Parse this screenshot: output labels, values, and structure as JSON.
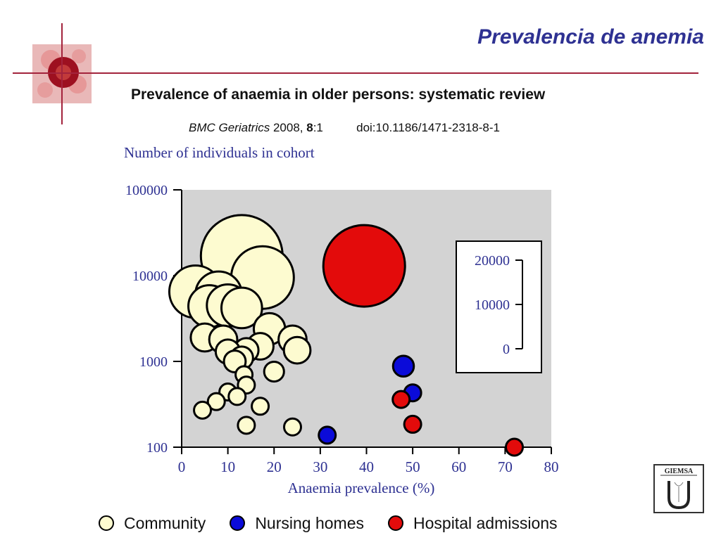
{
  "slide": {
    "title": "Prevalencia de anemia",
    "paper_title": "Prevalence of anaemia in older persons: systematic review",
    "citation": {
      "journal": "BMC Geriatrics",
      "year": " 2008, ",
      "volume": "8",
      "issue": ":1",
      "doi": "doi:10.1186/1471-2318-8-1"
    },
    "logo_text": "GIEMSA",
    "logo_letter": "U"
  },
  "colors": {
    "title": "#2e3192",
    "rule": "#a3233c",
    "plot_bg": "#d3d3d3",
    "axis_text": "#2e3192",
    "community": "#fdfbd0",
    "nursing": "#0b0bd9",
    "hospital": "#e30b0b"
  },
  "legend": [
    {
      "label": "Community",
      "series": "community"
    },
    {
      "label": "Nursing homes",
      "series": "nursing"
    },
    {
      "label": "Hospital admissions",
      "series": "hospital"
    }
  ],
  "chart_data": {
    "type": "scatter",
    "variant": "bubble",
    "ylabel": "Number of individuals in cohort",
    "xlabel": "Anaemia prevalence (%)",
    "xlim": [
      0,
      80
    ],
    "ylim": [
      100,
      100000
    ],
    "yscale": "log",
    "xticks": [
      0,
      10,
      20,
      30,
      40,
      50,
      60,
      70,
      80
    ],
    "yticks": [
      100,
      1000,
      10000,
      100000
    ],
    "grid": false,
    "size_legend": {
      "ticks": [
        20000,
        10000,
        0
      ],
      "placement": "right"
    },
    "series": [
      {
        "name": "Community",
        "color": "#fdfbd0",
        "points": [
          {
            "x": 13,
            "y": 17000,
            "n": 17000
          },
          {
            "x": 17.5,
            "y": 9500,
            "n": 10000
          },
          {
            "x": 3,
            "y": 6500,
            "n": 7000
          },
          {
            "x": 8,
            "y": 6000,
            "n": 5500
          },
          {
            "x": 6,
            "y": 4400,
            "n": 4500
          },
          {
            "x": 10,
            "y": 4500,
            "n": 4500
          },
          {
            "x": 13,
            "y": 4200,
            "n": 4200
          },
          {
            "x": 19,
            "y": 2400,
            "n": 2500
          },
          {
            "x": 24,
            "y": 1800,
            "n": 2000
          },
          {
            "x": 5,
            "y": 1900,
            "n": 2000
          },
          {
            "x": 9,
            "y": 1800,
            "n": 2000
          },
          {
            "x": 17,
            "y": 1500,
            "n": 1800
          },
          {
            "x": 25,
            "y": 1350,
            "n": 1800
          },
          {
            "x": 14,
            "y": 1350,
            "n": 1500
          },
          {
            "x": 10,
            "y": 1300,
            "n": 1500
          },
          {
            "x": 13,
            "y": 1100,
            "n": 1300
          },
          {
            "x": 11.5,
            "y": 1000,
            "n": 1200
          },
          {
            "x": 20,
            "y": 760,
            "n": 1000
          },
          {
            "x": 13.5,
            "y": 700,
            "n": 700
          },
          {
            "x": 14,
            "y": 530,
            "n": 600
          },
          {
            "x": 10,
            "y": 440,
            "n": 500
          },
          {
            "x": 12,
            "y": 390,
            "n": 500
          },
          {
            "x": 7.5,
            "y": 340,
            "n": 400
          },
          {
            "x": 17,
            "y": 300,
            "n": 400
          },
          {
            "x": 4.5,
            "y": 270,
            "n": 400
          },
          {
            "x": 14,
            "y": 180,
            "n": 250
          },
          {
            "x": 24,
            "y": 172,
            "n": 250
          }
        ]
      },
      {
        "name": "Nursing homes",
        "color": "#0b0bd9",
        "points": [
          {
            "x": 48,
            "y": 880,
            "n": 1100
          },
          {
            "x": 50,
            "y": 430,
            "n": 600
          },
          {
            "x": 31.5,
            "y": 138,
            "n": 200
          }
        ]
      },
      {
        "name": "Hospital admissions",
        "color": "#e30b0b",
        "points": [
          {
            "x": 39.5,
            "y": 13000,
            "n": 17000
          },
          {
            "x": 47.5,
            "y": 360,
            "n": 550
          },
          {
            "x": 50,
            "y": 185,
            "n": 250
          },
          {
            "x": 72,
            "y": 100,
            "n": 150
          }
        ]
      }
    ]
  }
}
